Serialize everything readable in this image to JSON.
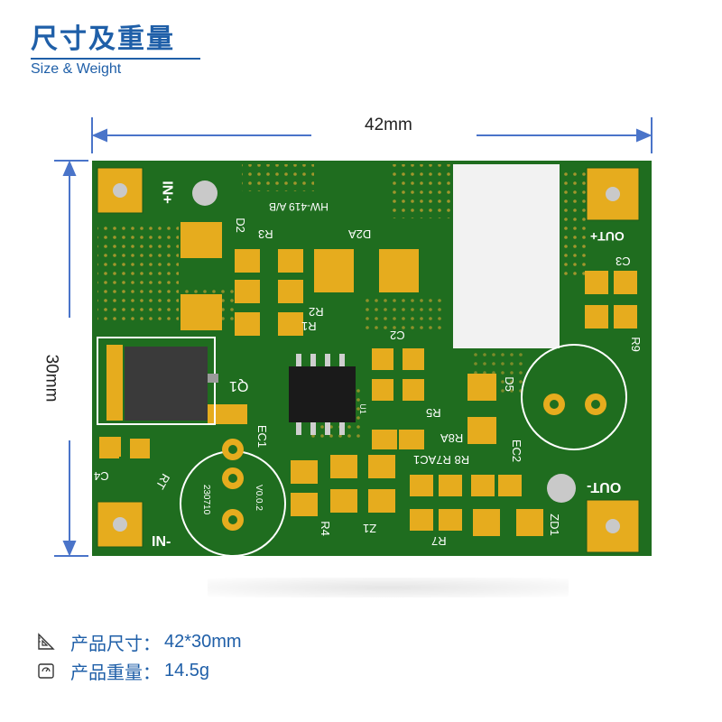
{
  "header": {
    "title": "尺寸及重量",
    "subtitle": "Size & Weight"
  },
  "dimensions": {
    "width_label": "42mm",
    "height_label": "30mm"
  },
  "board": {
    "silkscreen": {
      "in_plus": "IN+",
      "in_minus": "IN-",
      "out_plus": "OUT+",
      "out_minus": "OUT-",
      "model": "HW-419 A/B",
      "d2": "D2",
      "d2a": "D2A",
      "r3": "R3",
      "r1": "R1",
      "r2": "R2",
      "c2": "C2",
      "c3": "C3",
      "r9": "R9",
      "q1": "Q1",
      "ec1": "EC1",
      "u1": "U1",
      "d5": "D5",
      "r5": "R5",
      "r8a": "R8A",
      "r8r7ac1": "R8 R7AC1",
      "ec2": "EC2",
      "c4": "C4",
      "rt": "RT",
      "r4": "R4",
      "z1": "Z1",
      "r7": "R7",
      "zd1": "ZD1",
      "version": "V0.0.2",
      "date": "230710"
    },
    "colors": {
      "pcb": "#1e6b1e",
      "pad": "#e6ac1e",
      "silk": "#ffffff"
    }
  },
  "specs": [
    {
      "label": "产品尺寸：",
      "value": "42*30mm",
      "icon": "ruler-triangle-icon"
    },
    {
      "label": "产品重量：",
      "value": "14.5g",
      "icon": "scale-icon"
    }
  ]
}
